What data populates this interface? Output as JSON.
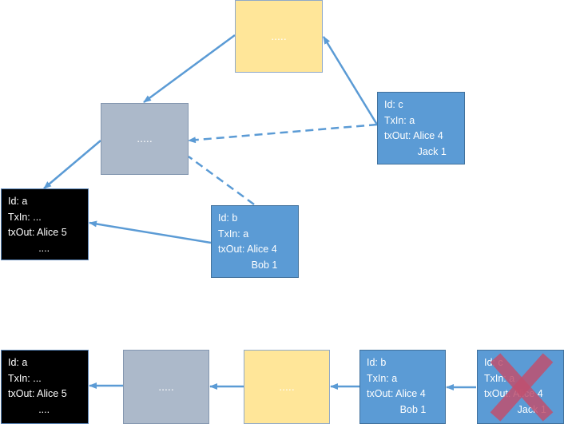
{
  "top": {
    "yellow_block": {
      "text": "....."
    },
    "grey_block": {
      "text": "....."
    },
    "tx_a": {
      "lines": [
        "Id: a",
        "TxIn: ...",
        "txOut: Alice 5",
        "           ...."
      ]
    },
    "tx_b": {
      "lines": [
        "Id: b",
        "TxIn: a",
        "txOut: Alice 4",
        "            Bob 1"
      ]
    },
    "tx_c": {
      "lines": [
        "Id: c",
        "TxIn: a",
        "txOut: Alice 4",
        "            Jack 1"
      ]
    }
  },
  "bottom": {
    "tx_a": {
      "lines": [
        "Id: a",
        "TxIn: ...",
        "txOut: Alice 5",
        "           ...."
      ]
    },
    "grey_block": {
      "text": "....."
    },
    "yellow_block": {
      "text": "....."
    },
    "tx_b": {
      "lines": [
        "Id: b",
        "TxIn: a",
        "txOut: Alice 4",
        "            Bob 1"
      ]
    },
    "tx_c": {
      "lines": [
        "Id: c",
        "TxIn: a",
        "txOut: Alice 4",
        "            Jack 1"
      ],
      "rejected": true
    }
  },
  "colors": {
    "arrow": "#5b9bd5",
    "cross": "#c0506e",
    "block_black": "#000000",
    "block_blue": "#5b9bd5",
    "block_grey": "#acb9ca",
    "block_yellow": "#ffe699"
  },
  "icons": {
    "reject_mark": "x-cross-icon"
  }
}
